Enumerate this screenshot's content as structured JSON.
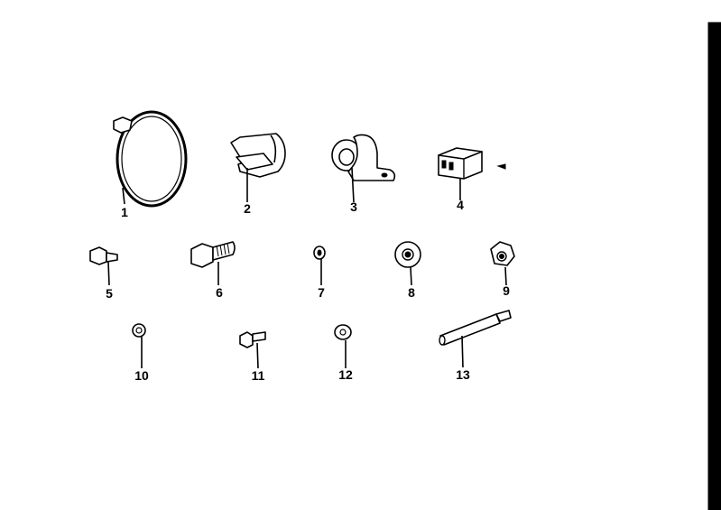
{
  "diagram": {
    "callouts": [
      "1",
      "2",
      "3",
      "4",
      "5",
      "6",
      "7",
      "8",
      "9",
      "10",
      "11",
      "12",
      "13"
    ]
  },
  "colors": {
    "ink": "#000000",
    "paper": "#ffffff"
  }
}
